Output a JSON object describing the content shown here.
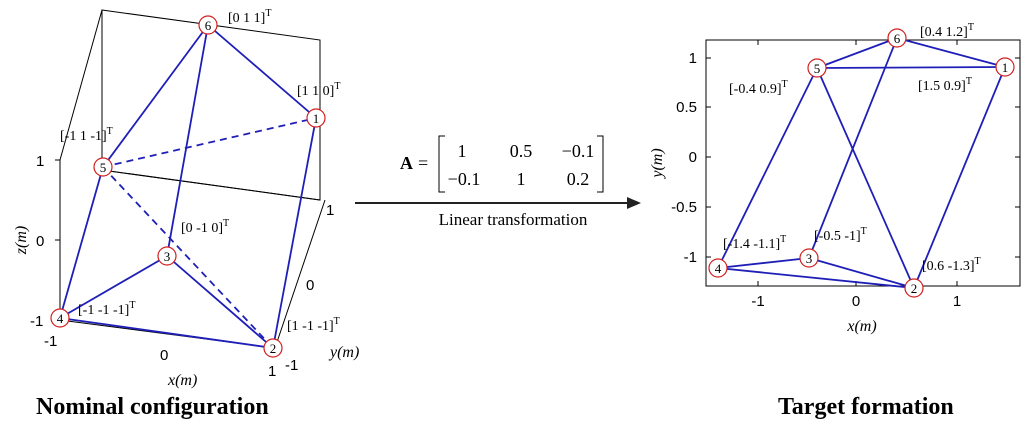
{
  "left_panel": {
    "caption": "Nominal configuration",
    "axes": {
      "x_label": "x(m)",
      "y_label": "y(m)",
      "z_label": "z(m)",
      "x_ticks": [
        "-1",
        "0",
        "1"
      ],
      "y_ticks": [
        "-1",
        "0",
        "1"
      ],
      "z_ticks": [
        "-1",
        "0",
        "1"
      ]
    },
    "nodes": [
      {
        "id": "1",
        "coord": "[1 1 0]",
        "sup": "T"
      },
      {
        "id": "2",
        "coord": "[1 -1 -1]",
        "sup": "T"
      },
      {
        "id": "3",
        "coord": "[0 -1 0]",
        "sup": "T"
      },
      {
        "id": "4",
        "coord": "[-1 -1 -1]",
        "sup": "T"
      },
      {
        "id": "5",
        "coord": "[-1 1 -1]",
        "sup": "T"
      },
      {
        "id": "6",
        "coord": "[0 1 1]",
        "sup": "T"
      }
    ]
  },
  "transform": {
    "matrix_name": "A",
    "equals": "=",
    "rows": [
      [
        "1",
        "0.5",
        "−0.1"
      ],
      [
        "−0.1",
        "1",
        "0.2"
      ]
    ],
    "label": "Linear transformation"
  },
  "right_panel": {
    "caption": "Target formation",
    "axes": {
      "x_label": "x(m)",
      "y_label": "y(m)",
      "x_ticks": [
        "-1",
        "0",
        "1"
      ],
      "y_ticks": [
        "1",
        "0.5",
        "0",
        "-0.5",
        "-1"
      ]
    },
    "nodes": [
      {
        "id": "1",
        "coord": "[1.5 0.9]",
        "sup": "T"
      },
      {
        "id": "2",
        "coord": "[0.6 -1.3]",
        "sup": "T"
      },
      {
        "id": "3",
        "coord": "[-0.5 -1]",
        "sup": "T"
      },
      {
        "id": "4",
        "coord": "[-1.4 -1.1]",
        "sup": "T"
      },
      {
        "id": "5",
        "coord": "[-0.4 0.9]",
        "sup": "T"
      },
      {
        "id": "6",
        "coord": "[0.4 1.2]",
        "sup": "T"
      }
    ]
  }
}
